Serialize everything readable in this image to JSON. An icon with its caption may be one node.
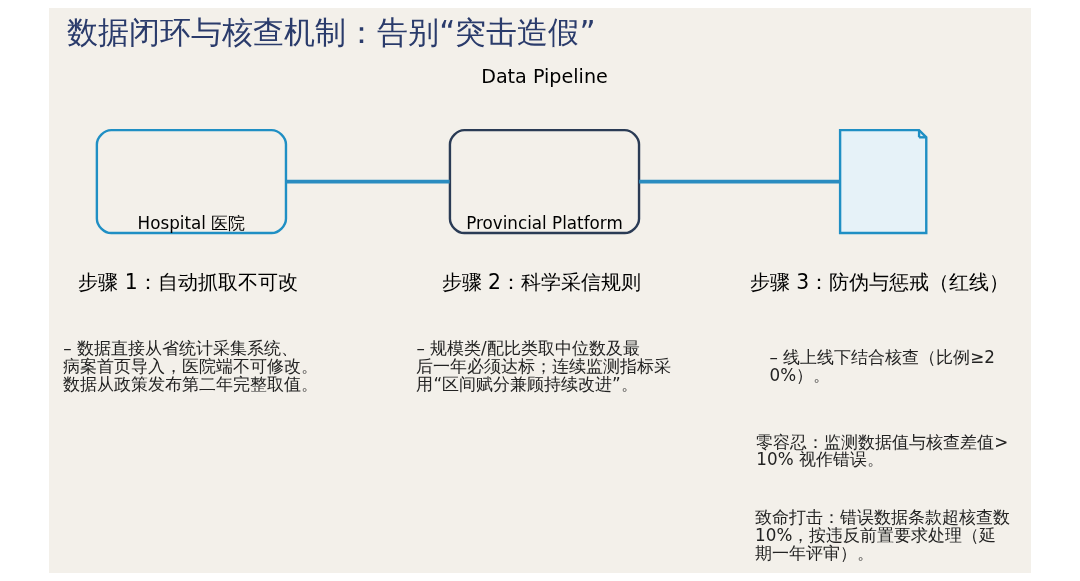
{
  "diagram": {
    "title": "数据闭环与核查机制：告别“突击造假”",
    "nodes": [
      {
        "text": [
          "Hospital 医院"
        ]
      },
      {
        "text": [
          "Provincial Platform"
        ]
      },
      {
        "text": [],
        "shape": "document"
      }
    ],
    "edges": [
      {
        "from": 0,
        "to": 1,
        "arrow": "none"
      },
      {
        "from": 1,
        "to": 2,
        "arrow": "none"
      }
    ],
    "labels": [
      "Data Pipeline",
      "步骤 1：自动抓取不可改",
      "– 数据直接从省统计采集系统、病案首页导入，医院端不可修改。数据从政策发布第二年完整取值。",
      "步骤 2：科学采信规则",
      "– 规模类/配比类取中位数及最后一年必须达标；连续监测指标采用“区间赋分兼顾持续改进”。",
      "步骤 3：防伪与惩戒（红线）",
      "– 线上线下结合核查（比例≥20%）。",
      "零容忍：监测数据值与核查差值>10% 视作错误。",
      "致命打击：错误数据条款超核查数10%，按违反前置要求处理（延期一年评审）。"
    ]
  }
}
